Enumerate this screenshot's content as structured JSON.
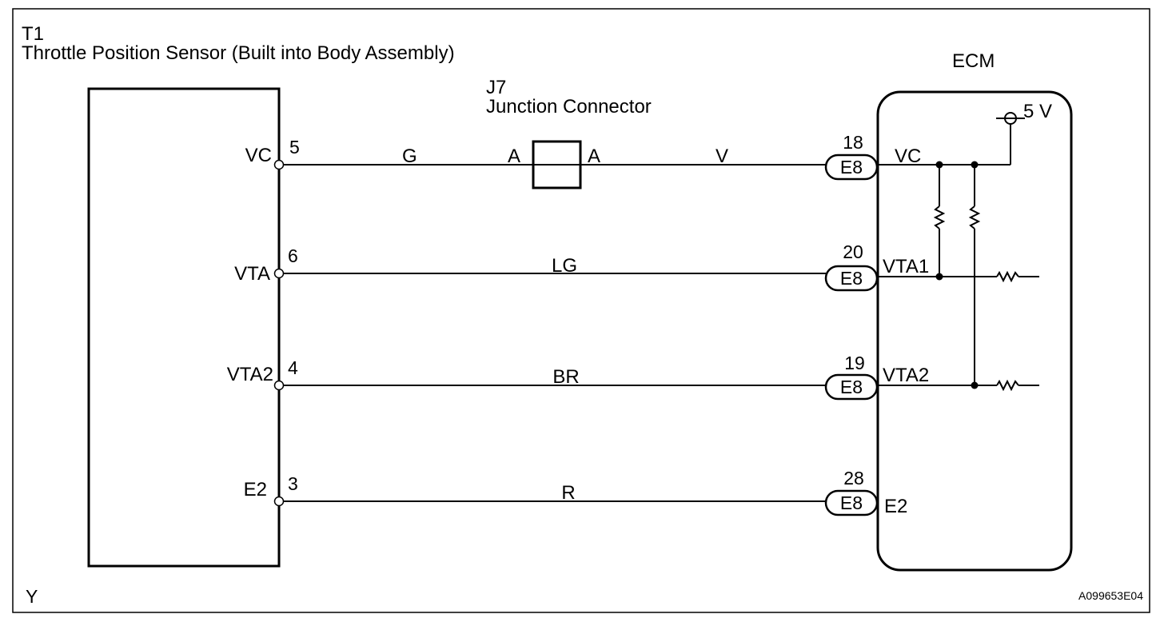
{
  "sensor": {
    "code": "T1",
    "name": "Throttle Position Sensor (Built into Body Assembly)",
    "pins": [
      {
        "terminal": "VC",
        "pin": "5"
      },
      {
        "terminal": "VTA",
        "pin": "6"
      },
      {
        "terminal": "VTA2",
        "pin": "4"
      },
      {
        "terminal": "E2",
        "pin": "3"
      }
    ]
  },
  "junction": {
    "code": "J7",
    "name": "Junction Connector",
    "left_label": "A",
    "right_label": "A"
  },
  "wires": [
    {
      "color_left": "G",
      "color_right": "V"
    },
    {
      "color": "LG"
    },
    {
      "color": "BR"
    },
    {
      "color": "R"
    }
  ],
  "ecm": {
    "name": "ECM",
    "supply": "5 V",
    "connectors": [
      {
        "pin": "18",
        "connector": "E8",
        "terminal": "VC"
      },
      {
        "pin": "20",
        "connector": "E8",
        "terminal": "VTA1"
      },
      {
        "pin": "19",
        "connector": "E8",
        "terminal": "VTA2"
      },
      {
        "pin": "28",
        "connector": "E8",
        "terminal": "E2"
      }
    ]
  },
  "footer": {
    "left": "Y",
    "ref": "A099653E04"
  }
}
